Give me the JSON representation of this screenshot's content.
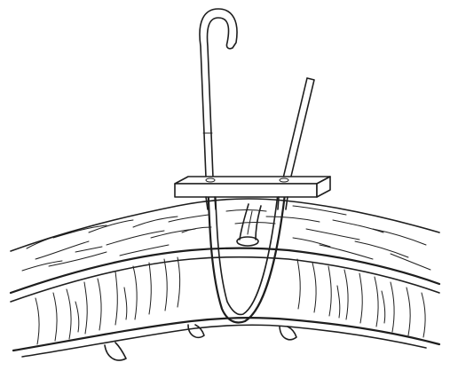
{
  "figure": {
    "title": "",
    "caption": "",
    "labels": []
  },
  "colors": {
    "background": "#ffffff",
    "ink": "#1e1e1e"
  },
  "components": [
    {
      "name": "hooked-stylet"
    },
    {
      "name": "straight-stylet"
    },
    {
      "name": "guide-plate"
    },
    {
      "name": "u-shaped-wire-loop"
    },
    {
      "name": "surface-tissue-layer"
    },
    {
      "name": "middle-tissue-layer"
    },
    {
      "name": "deep-tissue-layer"
    },
    {
      "name": "puncture-site"
    }
  ]
}
